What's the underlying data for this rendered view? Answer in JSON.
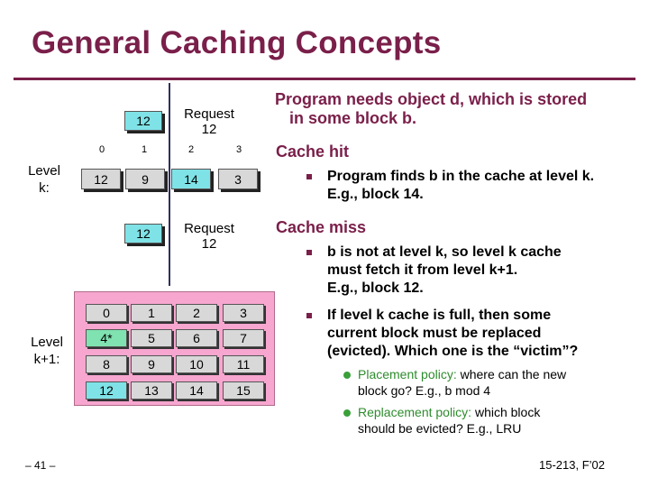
{
  "title": "General Caching  Concepts",
  "level_k": {
    "label_line1": "Level",
    "label_line2": "k:",
    "indices": [
      "0",
      "1",
      "2",
      "3"
    ],
    "blocks": [
      "12",
      "9",
      "14",
      "3"
    ]
  },
  "request_top": {
    "value": "12",
    "line1": "Request",
    "line2": "12"
  },
  "request_mid": {
    "value": "12",
    "line1": "Request",
    "line2": "12"
  },
  "level_k1": {
    "label_line1": "Level",
    "label_line2": "k+1:",
    "rows": [
      [
        "0",
        "1",
        "2",
        "3"
      ],
      [
        "4*",
        "5",
        "6",
        "7"
      ],
      [
        "8",
        "9",
        "10",
        "11"
      ],
      [
        "12",
        "13",
        "14",
        "15"
      ]
    ]
  },
  "right": {
    "intro_line1": "Program needs object d, which is stored",
    "intro_line2": "in some block b.",
    "hit_heading": "Cache hit",
    "hit_bullet_line1": "Program finds  b  in the cache at level k.",
    "hit_bullet_line2": "E.g.,  block 14.",
    "miss_heading": "Cache miss",
    "miss_b1_line1": "b is not at level k, so level k cache",
    "miss_b1_line2": "must fetch it from level k+1.",
    "miss_b1_line3": "E.g.,  block 12.",
    "miss_b2_line1": "If level k cache is full, then some",
    "miss_b2_line2": "current block must be replaced",
    "miss_b2_line3": "(evicted). Which one is the “victim”?",
    "placement_term": "Placement policy:",
    "placement_rest1": " where can the new",
    "placement_line2": "block go? E.g., b mod 4",
    "replacement_term": "Replacement policy:",
    "replacement_rest1": " which block",
    "replacement_line2": "should be evicted? E.g., LRU"
  },
  "footer_left": "– 41 –",
  "footer_right": "15-213, F’02"
}
